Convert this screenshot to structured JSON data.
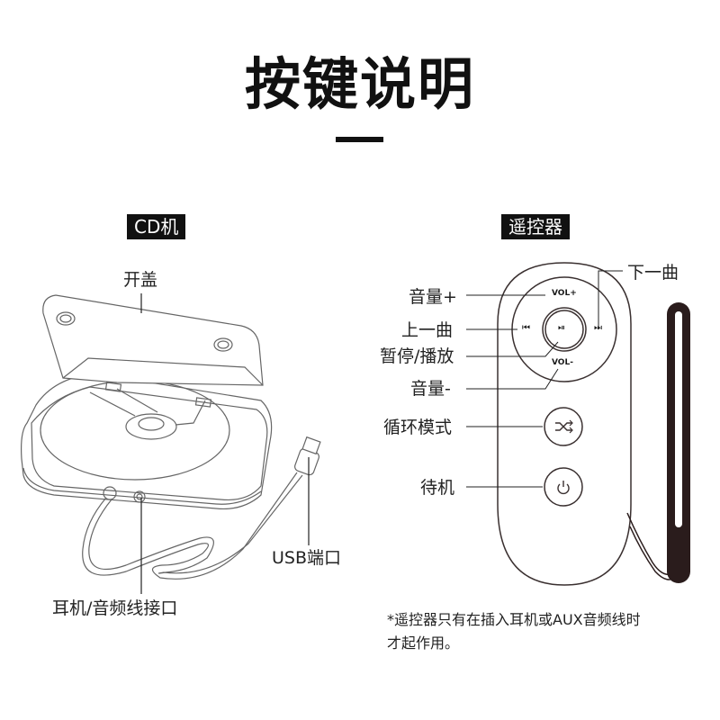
{
  "header": {
    "title": "按键说明"
  },
  "cd_player": {
    "tag": "CD机",
    "labels": {
      "open_lid": "开盖",
      "usb_port": "USB端口",
      "headphone_jack": "耳机/音频线接口"
    }
  },
  "remote": {
    "tag": "遥控器",
    "labels": {
      "vol_up": "音量+",
      "prev_track": "上一曲",
      "play_pause": "暂停/播放",
      "vol_down": "音量-",
      "next_track": "下一曲",
      "loop_mode": "循环模式",
      "standby": "待机"
    },
    "button_text": {
      "vol_up": "VOL+",
      "vol_down": "VOL-",
      "prev": "⏮",
      "play_pause": "⏯",
      "next": "⏭"
    },
    "icons": {
      "shuffle": "shuffle-icon",
      "power": "power-icon"
    },
    "note_line1": "*遥控器只有在插入耳机或AUX音频线时",
    "note_line2": "才起作用。"
  },
  "colors": {
    "ink": "#111111",
    "line": "#3a3030",
    "strap": "#2a1c1c"
  }
}
